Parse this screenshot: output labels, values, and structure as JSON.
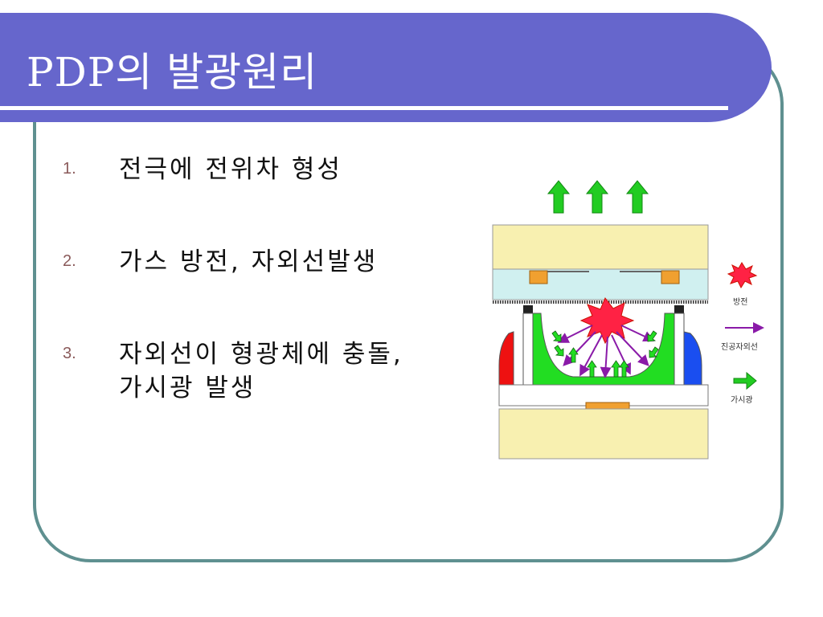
{
  "slide": {
    "title": "PDP의 발광원리",
    "bullets": [
      {
        "num": "1.",
        "text": "전극에 전위차 형성"
      },
      {
        "num": "2.",
        "text": "가스 방전, 자외선발생"
      },
      {
        "num": "3.",
        "text": "자외선이 형광체에 충돌,\n가시광 발생"
      }
    ]
  },
  "diagram": {
    "legend": {
      "discharge": "방전",
      "uv": "진공자외선",
      "visible": "가시광"
    }
  },
  "colors": {
    "title_bar": "#6666cc",
    "frame": "#5f9090",
    "glass": "#f8f0b0",
    "dielectric": "#d0f0f0",
    "electrode": "#f0a030",
    "phosphor_green": "#22dd22",
    "phosphor_red": "#ee1111",
    "phosphor_blue": "#1a4ef0",
    "uv_arrow": "#8a1aa8",
    "discharge": "#ff2244"
  }
}
